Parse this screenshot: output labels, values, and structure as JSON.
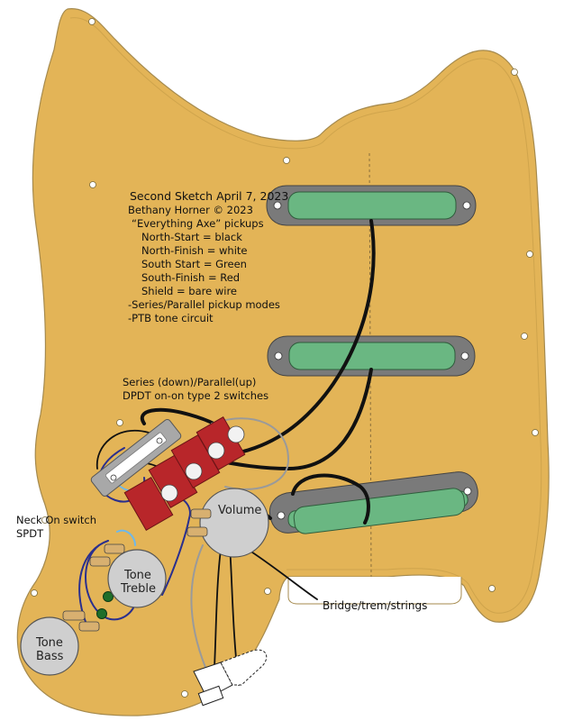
{
  "notes": {
    "title": "Second Sketch April 7, 2023",
    "author": "Bethany Horner © 2023",
    "pickups": "“Everything Axe” pickups",
    "color_codes": [
      "North-Start = black",
      "North-Finish = white",
      "South Start = Green",
      "South-Finish = Red",
      "Shield = bare wire"
    ],
    "features": [
      "-Series/Parallel pickup modes",
      "-PTB tone circuit"
    ]
  },
  "switch_note": {
    "line1": "Series (down)/Parallel(up)",
    "line2": "DPDT on-on type 2 switches"
  },
  "neck_switch": {
    "line1": "Neck On switch",
    "line2": "SPDT"
  },
  "controls": {
    "volume": "Volume",
    "tone_treble_1": "Tone",
    "tone_treble_2": "Treble",
    "tone_bass_1": "Tone",
    "tone_bass_2": "Bass"
  },
  "bridge_label": "Bridge/trem/strings",
  "colors": {
    "pickguard": "#e3b457",
    "pickup_insert": "#6ab782",
    "pickup_ring": "#7a7a7a",
    "pot": "#cfcfcf",
    "switch_body": "#b8262a",
    "wire_black": "#111111",
    "wire_blue": "#2a2f8e",
    "wire_lightblue": "#6fb8e8",
    "wire_gray": "#8a8a8a",
    "capacitor": "#1f6e2a"
  }
}
